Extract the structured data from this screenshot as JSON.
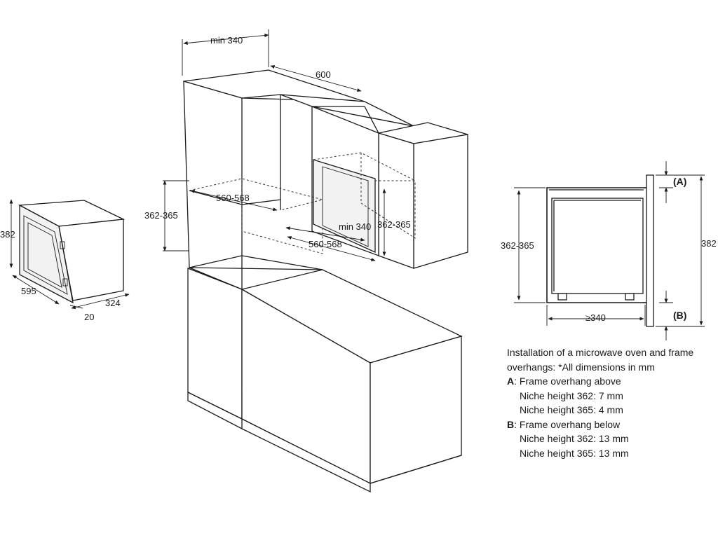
{
  "microwave": {
    "height": "382",
    "width": "595",
    "depth": "324",
    "frame": "20"
  },
  "cabinet": {
    "top_width": "min 340",
    "top_depth": "600",
    "niche_width_left": "560-568",
    "niche_height_left": "362-365",
    "niche_depth": "min 340",
    "niche_height_right": "362-365",
    "niche_width_right": "560-568"
  },
  "side_view": {
    "niche_height": "362-365",
    "overall_height": "382",
    "depth": "≥340",
    "label_a": "(A)",
    "label_b": "(B)"
  },
  "legend": {
    "intro_line1": "Installation of a microwave oven and frame",
    "intro_line2": "overhangs: *All dimensions in mm",
    "a_key": "A",
    "a_text": ": Frame overhang above",
    "a_line1": "Niche height 362: 7 mm",
    "a_line2": "Niche height 365: 4 mm",
    "b_key": "B",
    "b_text": ": Frame overhang below",
    "b_line1": "Niche height 362: 13 mm",
    "b_line2": "Niche height 365: 13 mm"
  }
}
